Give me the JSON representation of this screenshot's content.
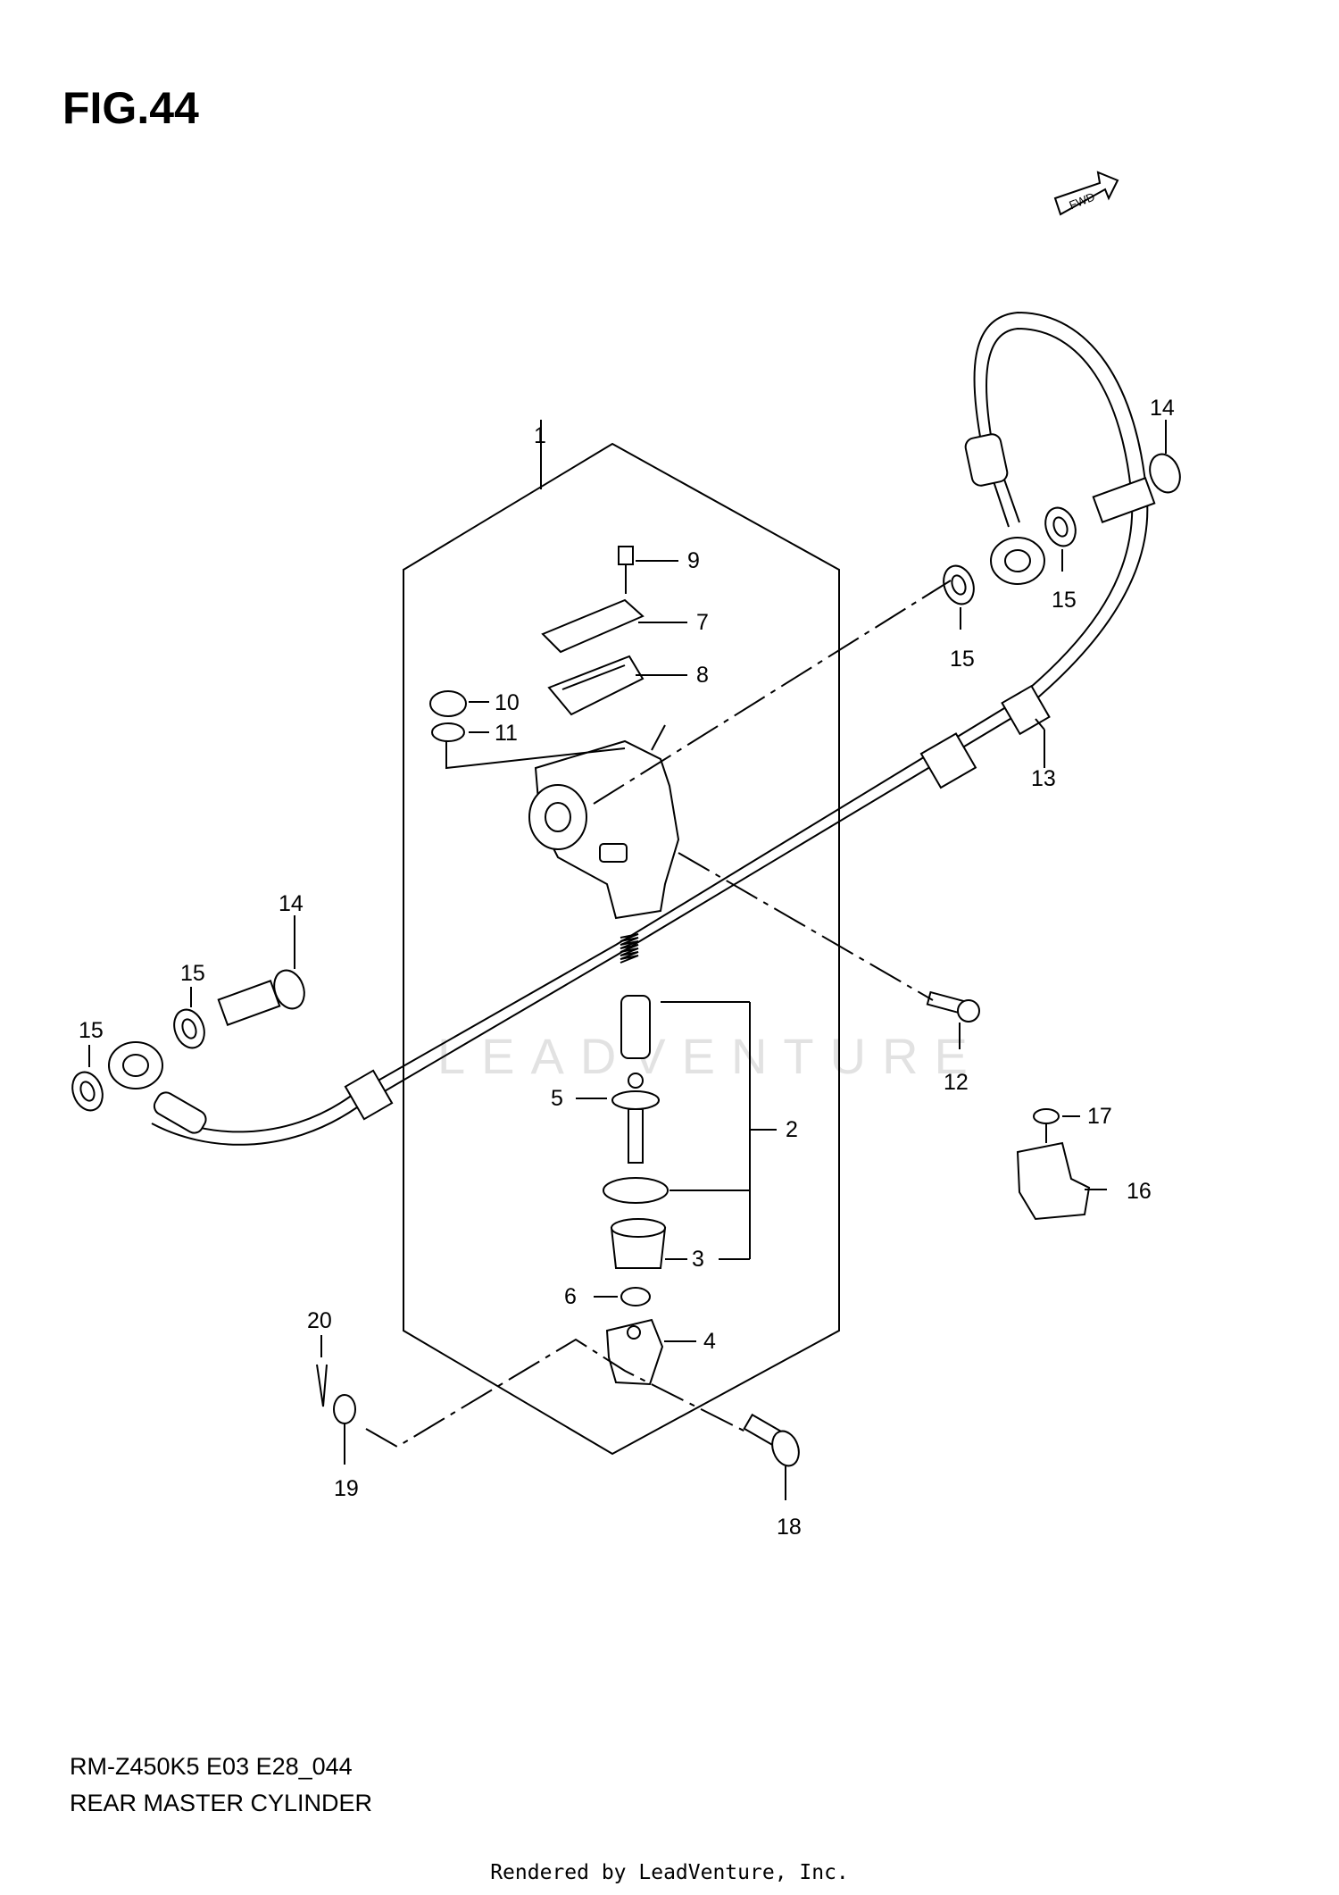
{
  "figure": {
    "title": "FIG.44",
    "model_code": "RM-Z450K5 E03 E28_044",
    "description": "REAR MASTER CYLINDER",
    "watermark": "LEADVENTURE",
    "footer": "Rendered by LeadVenture, Inc.",
    "direction_badge": "FWD",
    "direction_icon": "forward-arrow-icon"
  },
  "callouts": {
    "c1": "1",
    "c2": "2",
    "c3": "3",
    "c4": "4",
    "c5": "5",
    "c6": "6",
    "c7": "7",
    "c8": "8",
    "c9": "9",
    "c10": "10",
    "c11": "11",
    "c12": "12",
    "c13": "13",
    "c14a": "14",
    "c14b": "14",
    "c15a": "15",
    "c15b": "15",
    "c15c": "15",
    "c15d": "15",
    "c16": "16",
    "c17": "17",
    "c18": "18",
    "c19": "19",
    "c20": "20"
  },
  "colors": {
    "line": "#000000",
    "watermark": "#e2e2e2"
  }
}
